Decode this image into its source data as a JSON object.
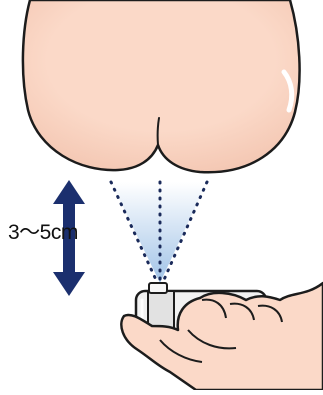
{
  "diagram": {
    "distance_label": "3～5cm",
    "colors": {
      "skin_fill": "#fbd9c8",
      "skin_shade": "#f2c3ae",
      "outline": "#1c1c1c",
      "arrow": "#1b2f6e",
      "spray_top": "#ffffff",
      "spray_bottom": "#9cc0e6",
      "bottle": "#f2f2f2",
      "highlight": "#ffffff"
    },
    "icons": {
      "buttocks": "buttocks-illustration",
      "arrow": "double-headed-vertical-arrow",
      "spray": "spray-mist-cone",
      "hand": "hand-holding-spray-bottle"
    }
  }
}
